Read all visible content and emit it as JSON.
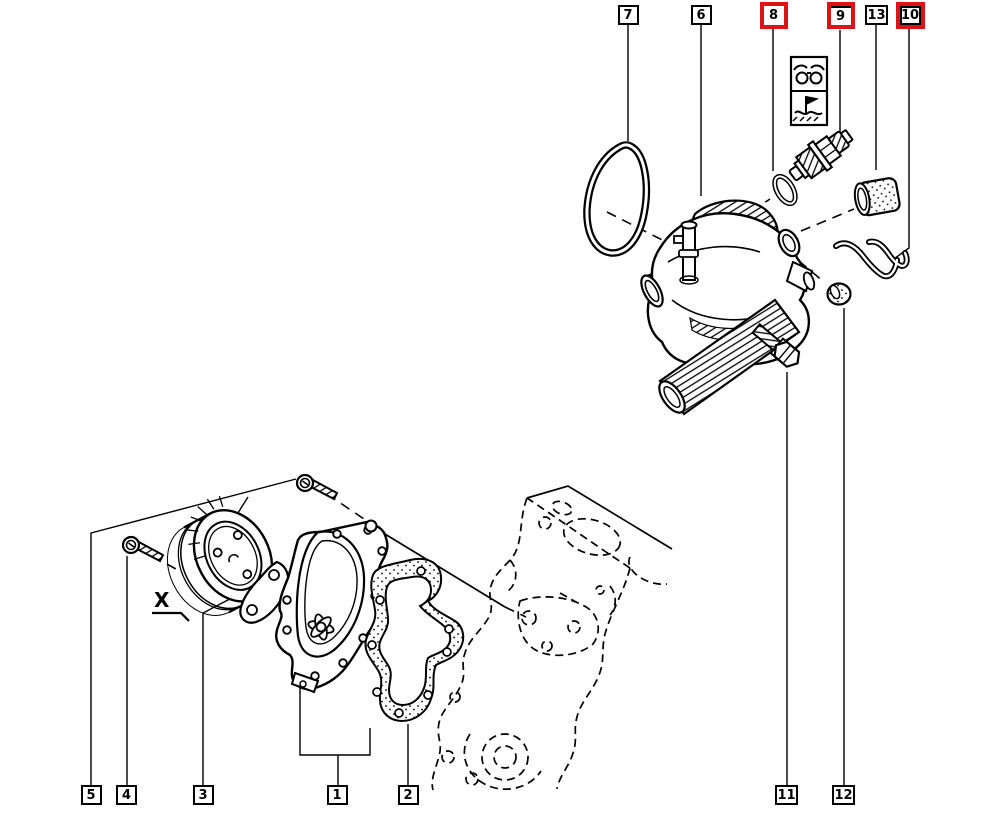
{
  "colors": {
    "line": "#000000",
    "background": "#ffffff",
    "highlight_red": "#dd1414"
  },
  "callouts": {
    "top": [
      {
        "label": "7",
        "highlighted": false
      },
      {
        "label": "6",
        "highlighted": false
      },
      {
        "label": "8",
        "highlighted": true
      },
      {
        "label": "9",
        "highlighted": true
      },
      {
        "label": "13",
        "highlighted": false
      },
      {
        "label": "10",
        "highlighted": true
      }
    ],
    "bottom": [
      {
        "label": "5",
        "highlighted": false
      },
      {
        "label": "4",
        "highlighted": false
      },
      {
        "label": "3",
        "highlighted": false
      },
      {
        "label": "1",
        "highlighted": false
      },
      {
        "label": "2",
        "highlighted": false
      },
      {
        "label": "11",
        "highlighted": false
      },
      {
        "label": "12",
        "highlighted": false
      }
    ]
  },
  "annotations": {
    "variant_marker": "X"
  },
  "legend": {
    "icons": [
      {
        "name": "seals-icon"
      },
      {
        "name": "coolant-symbol-icon"
      }
    ]
  }
}
